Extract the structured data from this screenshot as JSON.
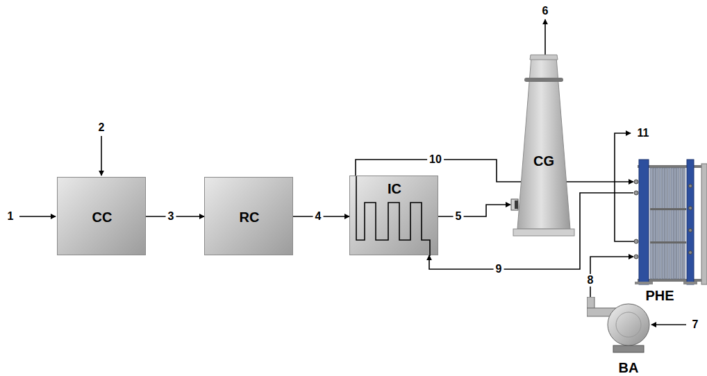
{
  "diagram": {
    "nodes": [
      {
        "text": [
          "CC"
        ]
      },
      {
        "text": [
          "RC"
        ]
      },
      {
        "text": [
          "IC"
        ]
      },
      {
        "text": [
          "CG"
        ]
      },
      {
        "text": [
          "PHE"
        ]
      },
      {
        "text": [
          "BA"
        ]
      }
    ],
    "edges": [
      {
        "from": 0,
        "to": 1,
        "arrow": "to",
        "label": "3"
      },
      {
        "from": 1,
        "to": 2,
        "arrow": "to",
        "label": "4"
      },
      {
        "from": 2,
        "to": 3,
        "arrow": "to",
        "label": "5"
      },
      {
        "from": 2,
        "to": 4,
        "arrow": "to",
        "label": "10"
      },
      {
        "from": 4,
        "to": 2,
        "arrow": "to",
        "label": "9"
      },
      {
        "from": 5,
        "to": 4,
        "arrow": "to",
        "label": "8"
      }
    ],
    "labels": [
      "1",
      "2",
      "6",
      "7",
      "11"
    ]
  }
}
